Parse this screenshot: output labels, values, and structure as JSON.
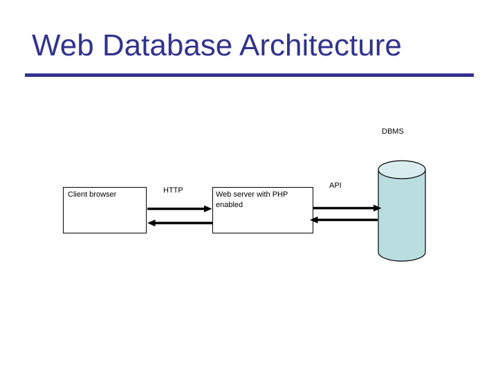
{
  "slide": {
    "title": "Web Database Architecture"
  },
  "colors": {
    "title_text": "#32338c",
    "title_rule": "#32338c",
    "diagram_stroke": "#000000",
    "box_fill": "#ffffff",
    "cylinder_body_fill": "#badde0",
    "cylinder_top_fill": "#d9edee"
  },
  "diagram": {
    "client_box": {
      "label": "Client browser"
    },
    "server_box": {
      "lines": [
        "Web server with PHP",
        "enabled"
      ]
    },
    "http_label": "HTTP",
    "api_label": "API",
    "dbms_label": "DBMS"
  }
}
